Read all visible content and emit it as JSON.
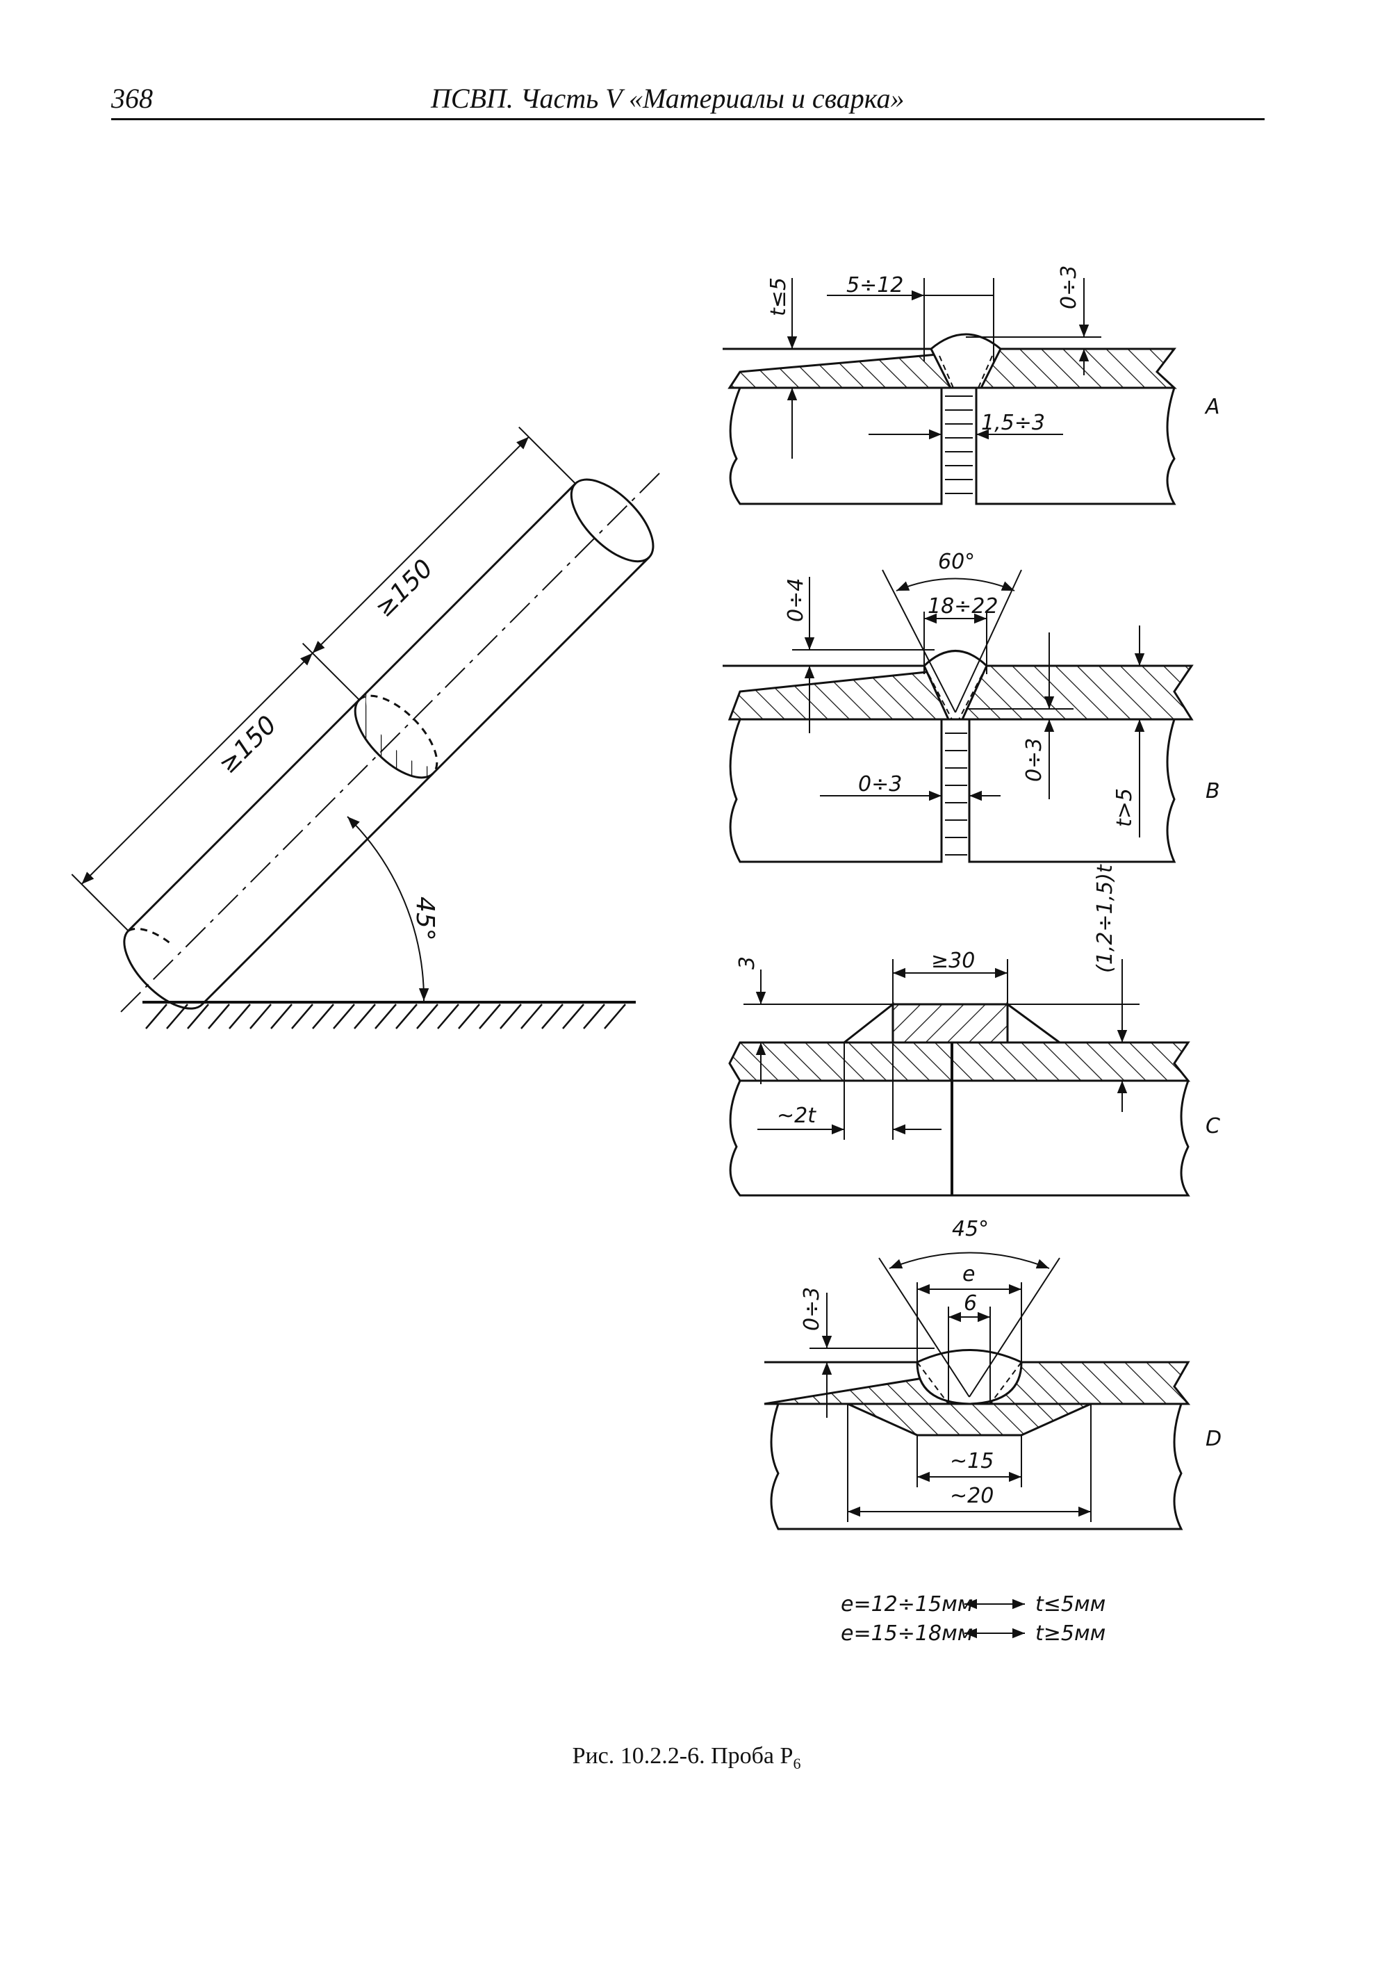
{
  "header": {
    "page_number": "368",
    "title": "ПСВП. Часть V «Материалы и сварка»"
  },
  "caption": {
    "text": "Рис. 10.2.2-6. Проба Р",
    "subscript": "6"
  },
  "pipe_view": {
    "dim_upper": "≥150",
    "dim_lower": "≥150",
    "angle": "45°"
  },
  "detail_A": {
    "label": "A",
    "dims": {
      "t": "t≤5",
      "width": "5÷12",
      "reinforcement": "0÷3",
      "gap": "1,5÷3"
    }
  },
  "detail_B": {
    "label": "B",
    "dims": {
      "top": "0÷4",
      "angle": "60°",
      "width": "18÷22",
      "root": "0÷3",
      "gap": "0÷3",
      "t": "t>5"
    }
  },
  "detail_C": {
    "label": "C",
    "dims": {
      "three": "3",
      "overlap": "≥30",
      "fillet": "(1,2÷1,5)t",
      "edge": "~2t"
    }
  },
  "detail_D": {
    "label": "D",
    "dims": {
      "top": "0÷3",
      "angle": "45°",
      "e": "e",
      "six": "6",
      "w15": "~15",
      "w20": "~20"
    }
  },
  "notes": [
    {
      "left": "e=12÷15мм",
      "right": "t≤5мм"
    },
    {
      "left": "e=15÷18мм",
      "right": "t≥5мм"
    }
  ]
}
